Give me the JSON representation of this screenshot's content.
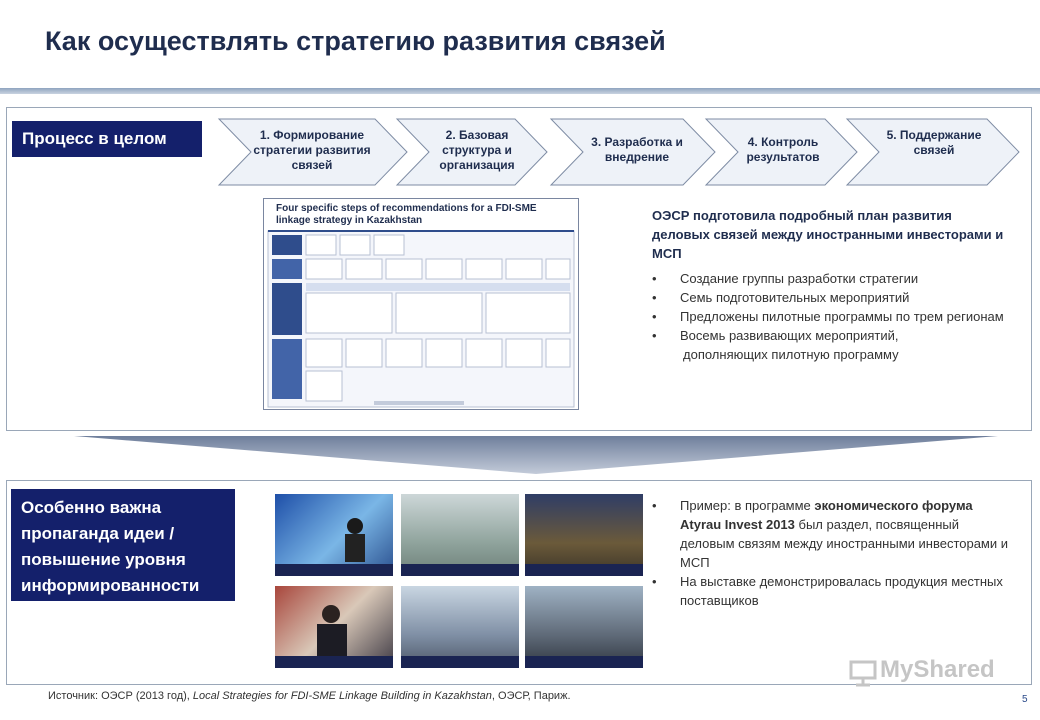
{
  "title": "Как осуществлять стратегию развития связей",
  "process_tag": "Процесс в целом",
  "steps": [
    {
      "label": "1. Формирование стратегии развития связей"
    },
    {
      "label": "2. Базовая структура и организация"
    },
    {
      "label": "3. Разработка и внедрение"
    },
    {
      "label": "4. Контроль результатов"
    },
    {
      "label": "5. Поддержание связей"
    }
  ],
  "mini_doc": {
    "title": "Four specific steps of recommendations for a FDI-SME linkage strategy in Kazakhstan"
  },
  "oecd": {
    "lead": "ОЭСР подготовила подробный план развития деловых связей между иностранными инвесторами и МСП",
    "bullets": [
      "Создание группы разработки стратегии",
      "Семь подготовительных мероприятий",
      "Предложены пилотные программы по трем регионам",
      "Восемь развивающих мероприятий,"
    ],
    "trailing": "дополняющих пилотную программу"
  },
  "awareness_tag": "Особенно важна пропаганда идеи / повышение уровня информированности",
  "example": {
    "bullet1_pre": "Пример: в программе ",
    "bullet1_bold1": "экономического форума",
    "bullet1_bold2": "Atyrau Invest 2013",
    "bullet1_post": " был раздел, посвященный деловым связям между иностранными инвесторами и МСП",
    "bullet2": "На выставке демонстрировалась продукция местных поставщиков"
  },
  "source": {
    "pre": "Источник: ОЭСР (2013 год), ",
    "italic": "Local Strategies for FDI-SME Linkage Building in Kazakhstan",
    "post": ", ОЭСР, Париж."
  },
  "page_number": "5",
  "watermark": "MyShared",
  "colors": {
    "navy": "#14206b",
    "chevron_fill": "#eef2f8",
    "chevron_border": "#7d8ba3",
    "title": "#1f2d4e"
  }
}
